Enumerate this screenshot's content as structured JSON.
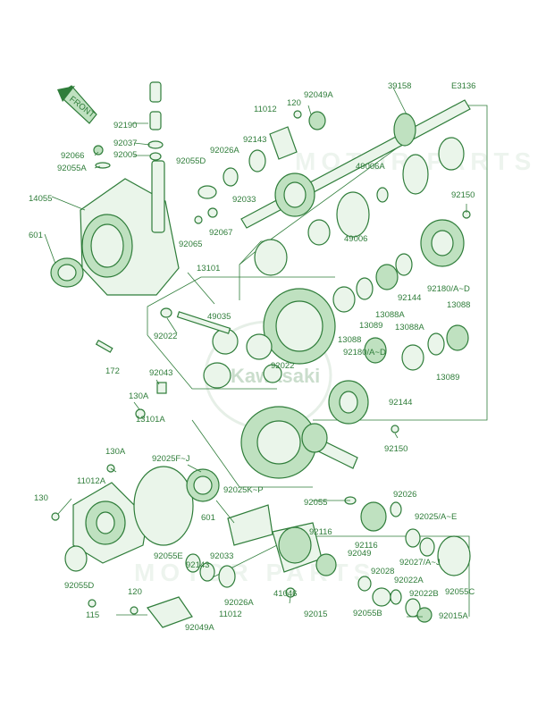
{
  "code": "E3136",
  "front_label": "FRONT",
  "brand_label": "Kawasaki",
  "callouts": [
    {
      "id": "c-92190",
      "text": "92190"
    },
    {
      "id": "c-92037",
      "text": "92037"
    },
    {
      "id": "c-92005",
      "text": "92005"
    },
    {
      "id": "c-92066",
      "text": "92066"
    },
    {
      "id": "c-92055A",
      "text": "92055A"
    },
    {
      "id": "c-14055",
      "text": "14055"
    },
    {
      "id": "c-601a",
      "text": "601"
    },
    {
      "id": "c-92055D",
      "text": "92055D"
    },
    {
      "id": "c-92065",
      "text": "92065"
    },
    {
      "id": "c-92067",
      "text": "92067"
    },
    {
      "id": "c-92026A",
      "text": "92026A"
    },
    {
      "id": "c-92143",
      "text": "92143"
    },
    {
      "id": "c-11012",
      "text": "11012"
    },
    {
      "id": "c-120a",
      "text": "120"
    },
    {
      "id": "c-92049A",
      "text": "92049A"
    },
    {
      "id": "c-39158",
      "text": "39158"
    },
    {
      "id": "c-92033",
      "text": "92033"
    },
    {
      "id": "c-49006A",
      "text": "49006A"
    },
    {
      "id": "c-49006",
      "text": "49006"
    },
    {
      "id": "c-92150a",
      "text": "92150"
    },
    {
      "id": "c-13101",
      "text": "13101"
    },
    {
      "id": "c-49035",
      "text": "49035"
    },
    {
      "id": "c-92022a",
      "text": "92022"
    },
    {
      "id": "c-172",
      "text": "172"
    },
    {
      "id": "c-92043",
      "text": "92043"
    },
    {
      "id": "c-130Aa",
      "text": "130A"
    },
    {
      "id": "c-13101A",
      "text": "13101A"
    },
    {
      "id": "c-92144a",
      "text": "92144"
    },
    {
      "id": "c-92180ad_a",
      "text": "92180/A~D"
    },
    {
      "id": "c-13089a",
      "text": "13089"
    },
    {
      "id": "c-13088Aa",
      "text": "13088A"
    },
    {
      "id": "c-13088a",
      "text": "13088"
    },
    {
      "id": "c-13088",
      "text": "13088"
    },
    {
      "id": "c-13088Ab",
      "text": "13088A"
    },
    {
      "id": "c-92180ad_b",
      "text": "92180/A~D"
    },
    {
      "id": "c-13089b",
      "text": "13089"
    },
    {
      "id": "c-92022b",
      "text": "92022"
    },
    {
      "id": "c-92144b",
      "text": "92144"
    },
    {
      "id": "c-92150b",
      "text": "92150"
    },
    {
      "id": "c-130Ab",
      "text": "130A"
    },
    {
      "id": "c-11012A",
      "text": "11012A"
    },
    {
      "id": "c-130",
      "text": "130"
    },
    {
      "id": "c-92025FJ",
      "text": "92025F~J"
    },
    {
      "id": "c-92025KP",
      "text": "92025K~P"
    },
    {
      "id": "c-601b",
      "text": "601"
    },
    {
      "id": "c-92055",
      "text": "92055"
    },
    {
      "id": "c-92026",
      "text": "92026"
    },
    {
      "id": "c-92025AE",
      "text": "92025/A~E"
    },
    {
      "id": "c-92116a",
      "text": "92116"
    },
    {
      "id": "c-92116b",
      "text": "92116"
    },
    {
      "id": "c-92049",
      "text": "92049"
    },
    {
      "id": "c-92027AJ",
      "text": "92027/A~J"
    },
    {
      "id": "c-92028",
      "text": "92028"
    },
    {
      "id": "c-92022A",
      "text": "92022A"
    },
    {
      "id": "c-92055E",
      "text": "92055E"
    },
    {
      "id": "c-92033b",
      "text": "92033"
    },
    {
      "id": "c-92143b",
      "text": "92143"
    },
    {
      "id": "c-92026Ab",
      "text": "92026A"
    },
    {
      "id": "c-92055Db",
      "text": "92055D"
    },
    {
      "id": "c-41046",
      "text": "41046"
    },
    {
      "id": "c-92015",
      "text": "92015"
    },
    {
      "id": "c-92055B",
      "text": "92055B"
    },
    {
      "id": "c-92022B",
      "text": "92022B"
    },
    {
      "id": "c-92055C",
      "text": "92055C"
    },
    {
      "id": "c-120b",
      "text": "120"
    },
    {
      "id": "c-115",
      "text": "115"
    },
    {
      "id": "c-11012b",
      "text": "11012"
    },
    {
      "id": "c-92049Ab",
      "text": "92049A"
    },
    {
      "id": "c-92015A",
      "text": "92015A"
    }
  ]
}
